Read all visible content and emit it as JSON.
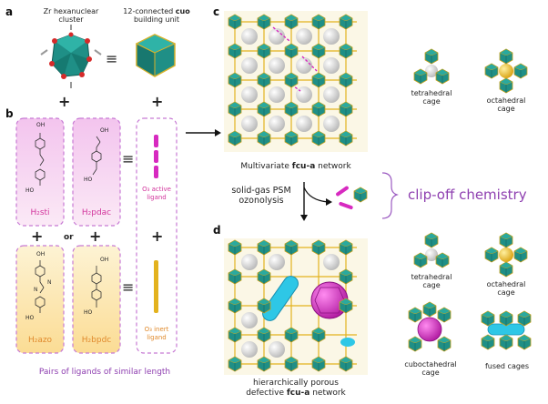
{
  "panels": {
    "a": "a",
    "b": "b",
    "c": "c",
    "d": "d"
  },
  "a": {
    "cluster_label_1": "Zr hexanuclear",
    "cluster_label_2": "cluster",
    "cuo_label_1": "12-connected",
    "cuo_label_bold": "cuo",
    "cuo_label_2": "building unit",
    "equiv": "≡"
  },
  "b": {
    "plus": "+",
    "or": "or",
    "equiv": "≡",
    "ligands": {
      "h2sti": "H₂sti",
      "h2pdac": "H₂pdac",
      "h2azo": "H₂azo",
      "h2bpdc": "H₂bpdc"
    },
    "o3_active_1": "O₃ active",
    "o3_active_2": "ligand",
    "o3_inert_1": "O₃ inert",
    "o3_inert_2": "ligand",
    "pairs_caption": "Pairs of ligands of similar length",
    "oh_labels": {
      "oh": "OH",
      "ho": "HO",
      "o": "O"
    }
  },
  "c": {
    "network_label_pre": "Multivariate ",
    "network_label_bold": "fcu-a",
    "network_label_post": " network",
    "tetra_1": "tetrahedral",
    "tetra_2": "cage",
    "octa_1": "octahedral",
    "octa_2": "cage"
  },
  "process": {
    "psm_1": "solid-gas PSM",
    "psm_2": "ozonolysis",
    "clip_off": "clip-off chemistry"
  },
  "d": {
    "network_label_1": "hierarchically porous",
    "network_label_2_pre": "defective ",
    "network_label_2_bold": "fcu-a",
    "network_label_2_post": " network",
    "tetra_1": "tetrahedral",
    "tetra_2": "cage",
    "octa_1": "octahedral",
    "octa_2": "cage",
    "cubo_1": "cuboctahedral",
    "cubo_2": "cage",
    "fused": "fused cages"
  },
  "colors": {
    "teal": "#1f8f86",
    "teal_dark": "#15665f",
    "gold": "#e3b21e",
    "magenta": "#d72ac0",
    "cyan": "#2ec7e6",
    "pink_box": "#f7c6ea",
    "yellow_box": "#fbe6a6",
    "purple": "#8e3fb0"
  }
}
